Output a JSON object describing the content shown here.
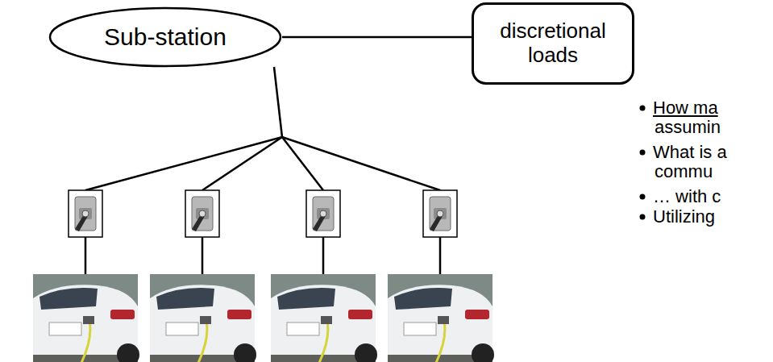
{
  "diagram": {
    "nodes": [
      {
        "text": [
          "Sub-station"
        ]
      },
      {
        "text": [
          "discretional loads"
        ]
      }
    ],
    "edges": [
      {
        "from": 0,
        "to": 1,
        "arrow": "none"
      }
    ],
    "labels": [
      "How ma",
      "assumin",
      "What is a",
      "commu",
      "… with c",
      "Utilizing"
    ]
  }
}
